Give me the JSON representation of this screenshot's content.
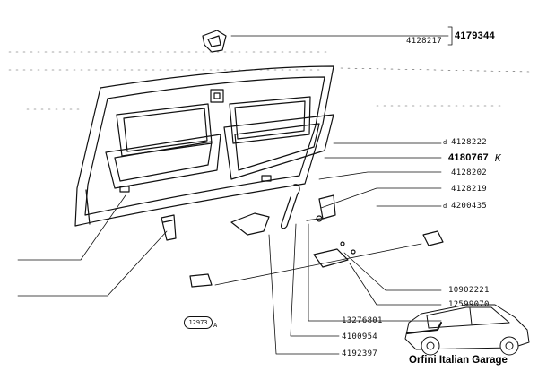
{
  "parts": {
    "p4179344": "4179344",
    "p4128217": "4128217",
    "p4128222": "4128222",
    "p4180767": "4180767",
    "p4128202": "4128202",
    "p4128219": "4128219",
    "p4200435": "4200435",
    "p10902221": "10902221",
    "p12599070": "12599070",
    "p13276801": "13276801",
    "p4100954": "4100954",
    "p4192397": "4192397"
  },
  "marks": {
    "d_4128222": "d",
    "k_4180767": "K",
    "d_4200435": "d"
  },
  "reference": {
    "code": "12973",
    "suffix": "A"
  },
  "footer": {
    "watermark": "Orfini Italian Garage"
  },
  "colors": {
    "ink": "#111111",
    "paper": "#ffffff"
  }
}
